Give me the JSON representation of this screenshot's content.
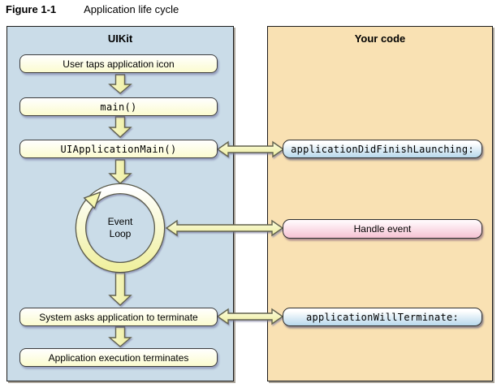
{
  "figure": {
    "label": "Figure 1-1",
    "title": "Application life cycle"
  },
  "panels": {
    "uikit": {
      "title": "UIKit",
      "boxes": {
        "user_taps": {
          "label": "User taps application icon"
        },
        "main": {
          "label": "main()"
        },
        "uiapplication_main": {
          "label": "UIApplicationMain()"
        },
        "event_loop": {
          "line1": "Event",
          "line2": "Loop"
        },
        "system_asks": {
          "label": "System asks application to terminate"
        },
        "app_exec": {
          "label": "Application execution terminates"
        }
      }
    },
    "your_code": {
      "title": "Your code",
      "boxes": {
        "did_finish_launching": {
          "label": "applicationDidFinishLaunching:"
        },
        "handle_event": {
          "label": "Handle event"
        },
        "will_terminate": {
          "label": "applicationWillTerminate:"
        }
      }
    }
  },
  "connectors": {
    "vertical_flow": [
      "user-taps-to-main",
      "main-to-uiapplicationmain",
      "uiapplicationmain-to-event-loop",
      "event-loop-to-system-asks",
      "system-asks-to-app-exec"
    ],
    "bidirectional": [
      "uiapplicationmain-to-did-finish-launching",
      "event-loop-to-handle-event",
      "system-asks-to-will-terminate"
    ]
  },
  "colors": {
    "uikit_panel_bg": "#CADCE8",
    "your_code_panel_bg": "#F9E1B3",
    "process_box_gradient_bottom": "#FBFBCF",
    "callback_box_gradient_bottom": "#B8D8EC",
    "handle_event_gradient_bottom": "#F6C2D3",
    "arrow_fill": "#F2F2A6",
    "arrow_outline": "#62624E",
    "panel_border": "#1C1C1C",
    "box_border": "#3C3C3C"
  }
}
